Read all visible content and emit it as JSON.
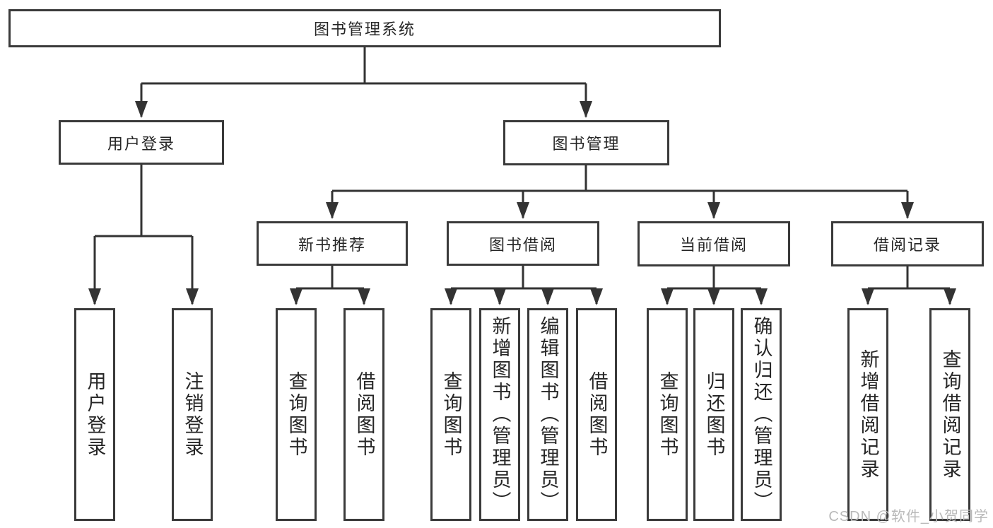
{
  "diagram": {
    "root": "图书管理系统",
    "level2": [
      "用户登录",
      "图书管理"
    ],
    "level3": [
      "新书推荐",
      "图书借阅",
      "当前借阅",
      "借阅记录"
    ],
    "leaves": {
      "user_login": [
        "用户登录",
        "注销登录"
      ],
      "new_book_recommendation": [
        "查询图书",
        "借阅图书"
      ],
      "book_borrowing": [
        "查询图书",
        "新增图书（管理员）",
        "编辑图书（管理员）",
        "借阅图书"
      ],
      "current_borrowing": [
        "查询图书",
        "归还图书",
        "确认归还（管理员）"
      ],
      "borrowing_records": [
        "新增借阅记录",
        "查询借阅记录"
      ]
    }
  },
  "watermark": "CSDN @软件_小贺同学",
  "theme": {
    "line-color": "#333333",
    "border-color": "#3a3a3a",
    "text-color": "#262626",
    "watermark-color": "#b9b9b9",
    "background": "#ffffff"
  }
}
